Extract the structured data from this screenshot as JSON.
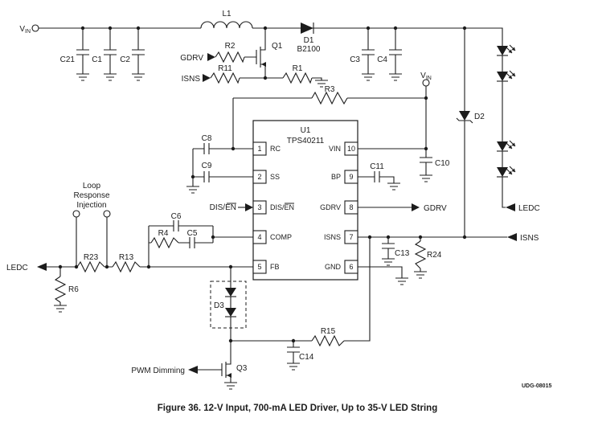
{
  "figure": {
    "caption": "Figure 36.  12-V Input, 700-mA LED Driver, Up to 35-V LED String",
    "code": "UDG-08015"
  },
  "ic": {
    "refdes": "U1",
    "part": "TPS40211",
    "pins": {
      "p1": {
        "num": "1",
        "name": "RC"
      },
      "p2": {
        "num": "2",
        "name": "SS"
      },
      "p3": {
        "num": "3",
        "name": "DIS/EN"
      },
      "p4": {
        "num": "4",
        "name": "COMP"
      },
      "p5": {
        "num": "5",
        "name": "FB"
      },
      "p6": {
        "num": "6",
        "name": "GND"
      },
      "p7": {
        "num": "7",
        "name": "ISNS"
      },
      "p8": {
        "num": "8",
        "name": "GDRV"
      },
      "p9": {
        "num": "9",
        "name": "BP"
      },
      "p10": {
        "num": "10",
        "name": "VIN"
      }
    }
  },
  "components": {
    "L1": "L1",
    "C21": "C21",
    "C1": "C1",
    "C2": "C2",
    "R2": "R2",
    "Q1": "Q1",
    "R11": "R11",
    "R1": "R1",
    "D1": "D1",
    "D1_part": "B2100",
    "C3": "C3",
    "C4": "C4",
    "D2": "D2",
    "R3": "R3",
    "C8": "C8",
    "C9": "C9",
    "C6": "C6",
    "R4": "R4",
    "C5": "C5",
    "R23": "R23",
    "R13": "R13",
    "R6": "R6",
    "C10": "C10",
    "C11": "C11",
    "C13": "C13",
    "R24": "R24",
    "D3": "D3",
    "Q3": "Q3",
    "R15": "R15",
    "C14": "C14"
  },
  "nets": {
    "vin_v": "V",
    "vin_sub": "IN",
    "gdrv_in": "GDRV",
    "isns_in": "ISNS",
    "gdrv_out": "GDRV",
    "isns_out": "ISNS",
    "ledc_left": "LEDC",
    "ledc_right": "LEDC",
    "disen_prefix": "DIS/",
    "disen_suffix": "EN",
    "pwm": "PWM Dimming",
    "loop_line1": "Loop",
    "loop_line2": "Response",
    "loop_line3": "Injection"
  }
}
